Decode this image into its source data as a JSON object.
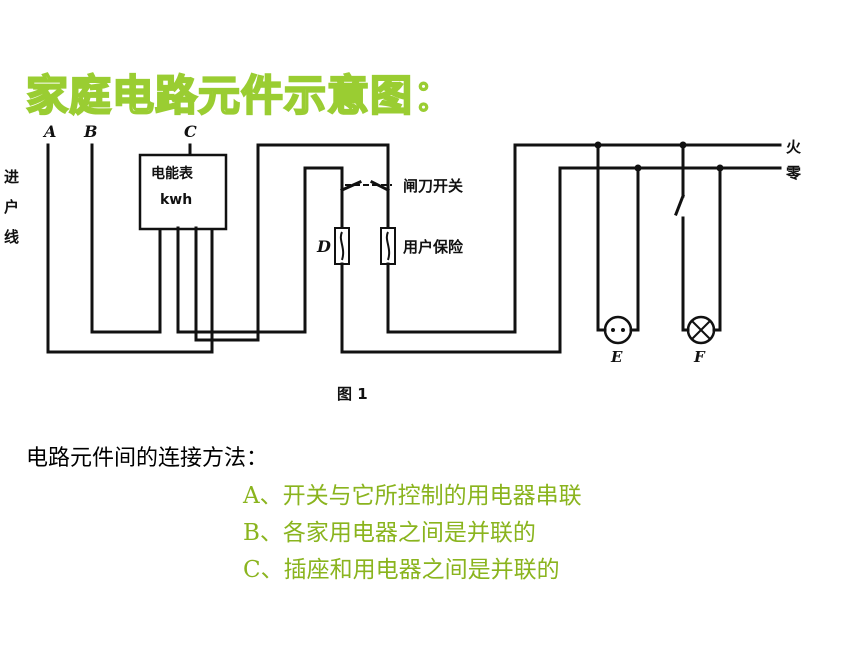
{
  "title": "家庭电路元件示意图：",
  "diagram": {
    "line_labels": {
      "a": "A",
      "b": "B",
      "c": "C"
    },
    "incoming": [
      "进",
      "户",
      "线"
    ],
    "meter_line1": "电能表",
    "meter_line2": "kwh",
    "switch_label": "闸刀开关",
    "fuse_label": "用户保险",
    "fuse_d": "D",
    "live": "火",
    "neutral": "零",
    "socket_e": "E",
    "lamp_f": "F",
    "caption": "图 1"
  },
  "heading": "电路元件间的连接方法：",
  "methods": [
    "A、开关与它所控制的用电器串联",
    "B、各家用电器之间是并联的",
    "C、插座和用电器之间是并联的"
  ],
  "colors": {
    "title": "#9acd32",
    "methods": "#8ab41e"
  }
}
